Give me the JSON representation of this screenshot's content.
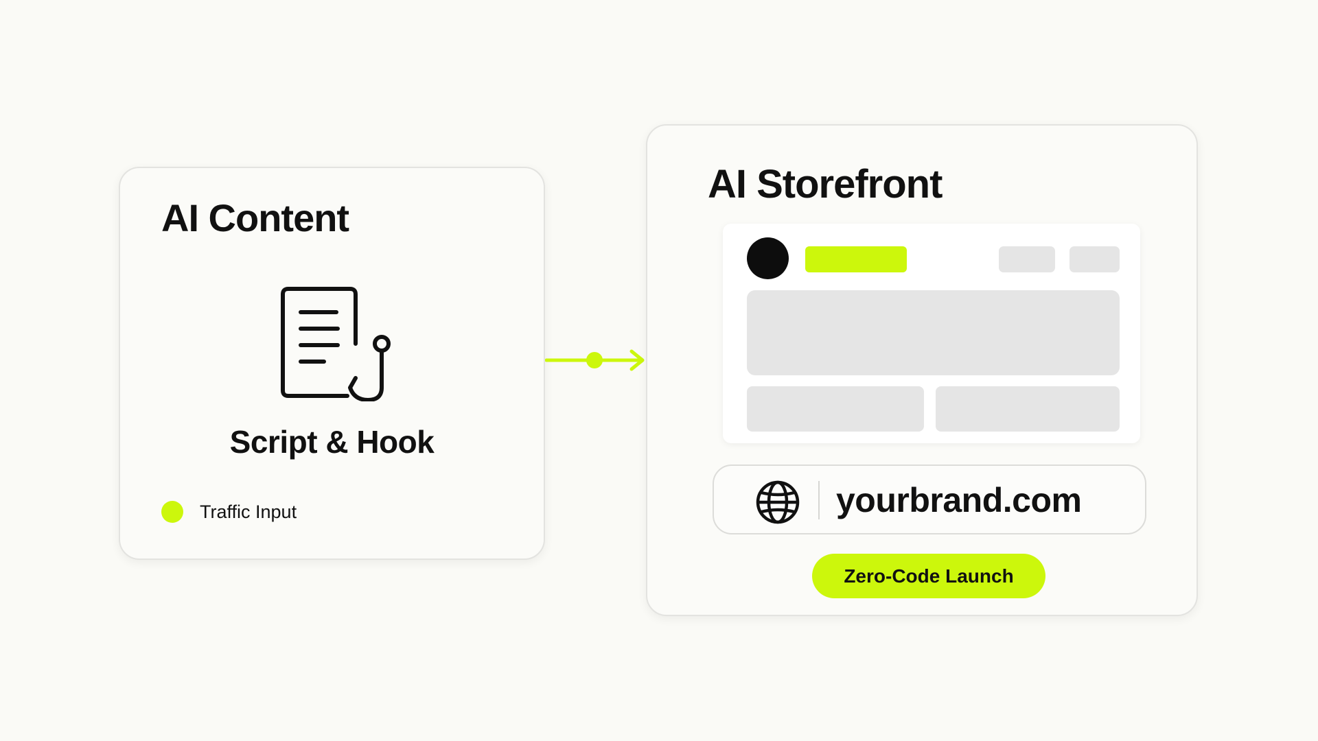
{
  "colors": {
    "accent": "#ccf70c",
    "background": "#fafaf6",
    "text": "#111111",
    "placeholder": "#e5e5e5"
  },
  "content_card": {
    "title": "AI Content",
    "icon": "document-with-hook-icon",
    "subtitle": "Script & Hook",
    "legend_label": "Traffic Input"
  },
  "connector": {
    "icon": "arrow-right-icon"
  },
  "storefront_card": {
    "title": "AI Storefront",
    "url_icon": "globe-icon",
    "url": "yourbrand.com",
    "button_label": "Zero-Code Launch"
  }
}
